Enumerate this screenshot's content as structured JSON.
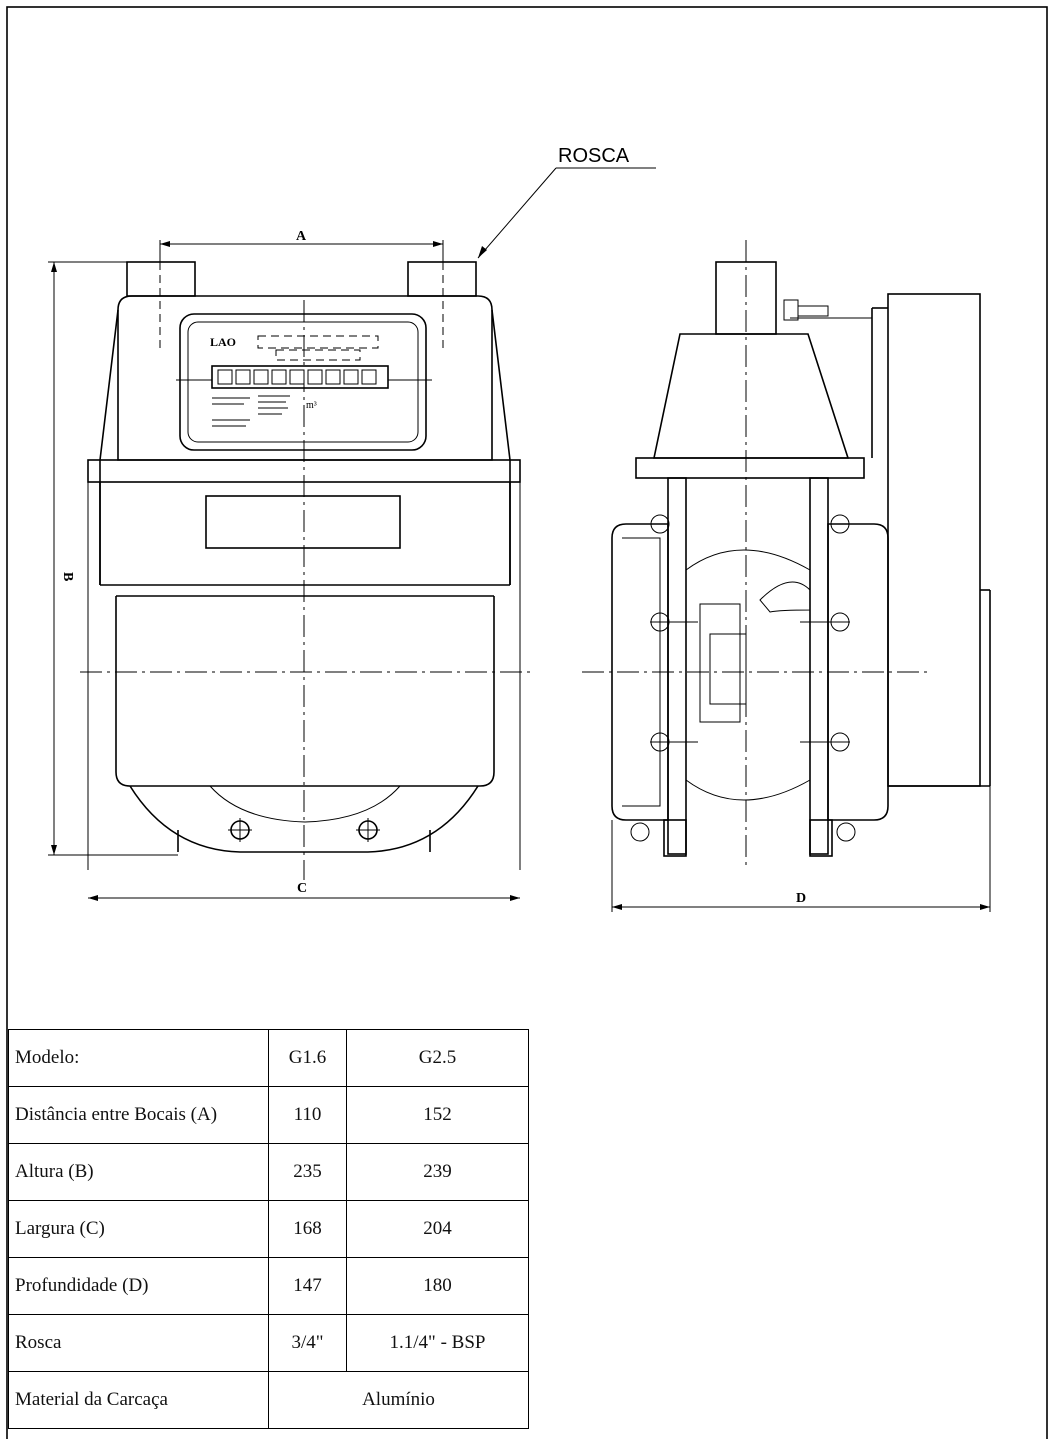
{
  "drawing": {
    "callout_rosca": "ROSCA",
    "dim_a": "A",
    "dim_b": "B",
    "dim_c": "C",
    "dim_d": "D",
    "nameplate_brand": "LAO",
    "nameplate_unit": "m³"
  },
  "table": {
    "header": {
      "label": "Modelo:",
      "g16": "G1.6",
      "g25": "G2.5"
    },
    "rows": [
      {
        "label": "Distância entre Bocais (A)",
        "g16": "110",
        "g25": "152"
      },
      {
        "label": "Altura (B)",
        "g16": "235",
        "g25": "239"
      },
      {
        "label": "Largura (C)",
        "g16": "168",
        "g25": "204"
      },
      {
        "label": "Profundidade (D)",
        "g16": "147",
        "g25": "180"
      },
      {
        "label": "Rosca",
        "g16": "3/4\"",
        "g25": "1.1/4\" - BSP"
      }
    ],
    "material": {
      "label": "Material da Carcaça",
      "value": "Alumínio"
    }
  }
}
